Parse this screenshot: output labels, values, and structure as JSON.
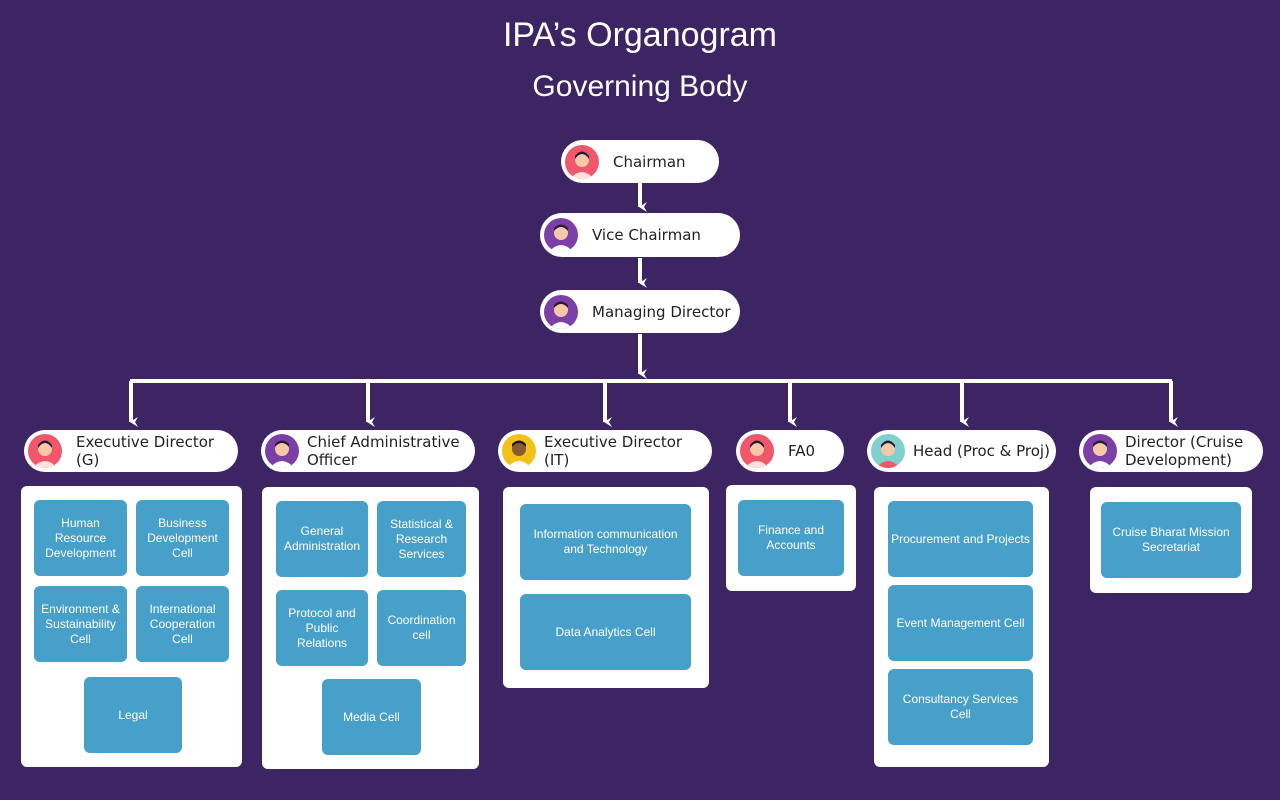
{
  "title": "IPA’s Organogram",
  "subtitle": "Governing Body",
  "colors": {
    "background": "#3d2463",
    "cell": "#47a0c9",
    "connector": "#ffffff",
    "panel": "#ffffff"
  },
  "top_chain": [
    {
      "label": "Chairman",
      "avatar": "female-avatar-pink"
    },
    {
      "label": "Vice Chairman",
      "avatar": "male-avatar-purple"
    },
    {
      "label": "Managing Director",
      "avatar": "male-avatar-purple"
    }
  ],
  "departments": [
    {
      "head": "Executive Director (G)",
      "avatar": "female-avatar-pink",
      "cells": [
        "Human Resource Development",
        "Business Development Cell",
        "Environment & Sustainability Cell",
        "International Cooperation Cell",
        "Legal"
      ]
    },
    {
      "head": "Chief Administrative Officer",
      "avatar": "male-avatar-purple",
      "cells": [
        "General Administration",
        "Statistical & Research Services",
        "Protocol and Public Relations",
        "Coordination cell",
        "Media Cell"
      ]
    },
    {
      "head": "Executive Director (IT)",
      "avatar": "male-avatar-yellow",
      "cells": [
        "Information communication and Technology",
        "Data Analytics Cell"
      ]
    },
    {
      "head": "FA0",
      "avatar": "female-avatar-pink",
      "cells": [
        "Finance and Accounts"
      ]
    },
    {
      "head": "Head (Proc & Proj)",
      "avatar": "female-avatar-teal",
      "cells": [
        "Procurement and Projects",
        "Event Management Cell",
        "Consultancy Services Cell"
      ]
    },
    {
      "head": "Director (Cruise Development)",
      "avatar": "male-avatar-purple",
      "cells": [
        "Cruise Bharat Mission Secretariat"
      ]
    }
  ]
}
